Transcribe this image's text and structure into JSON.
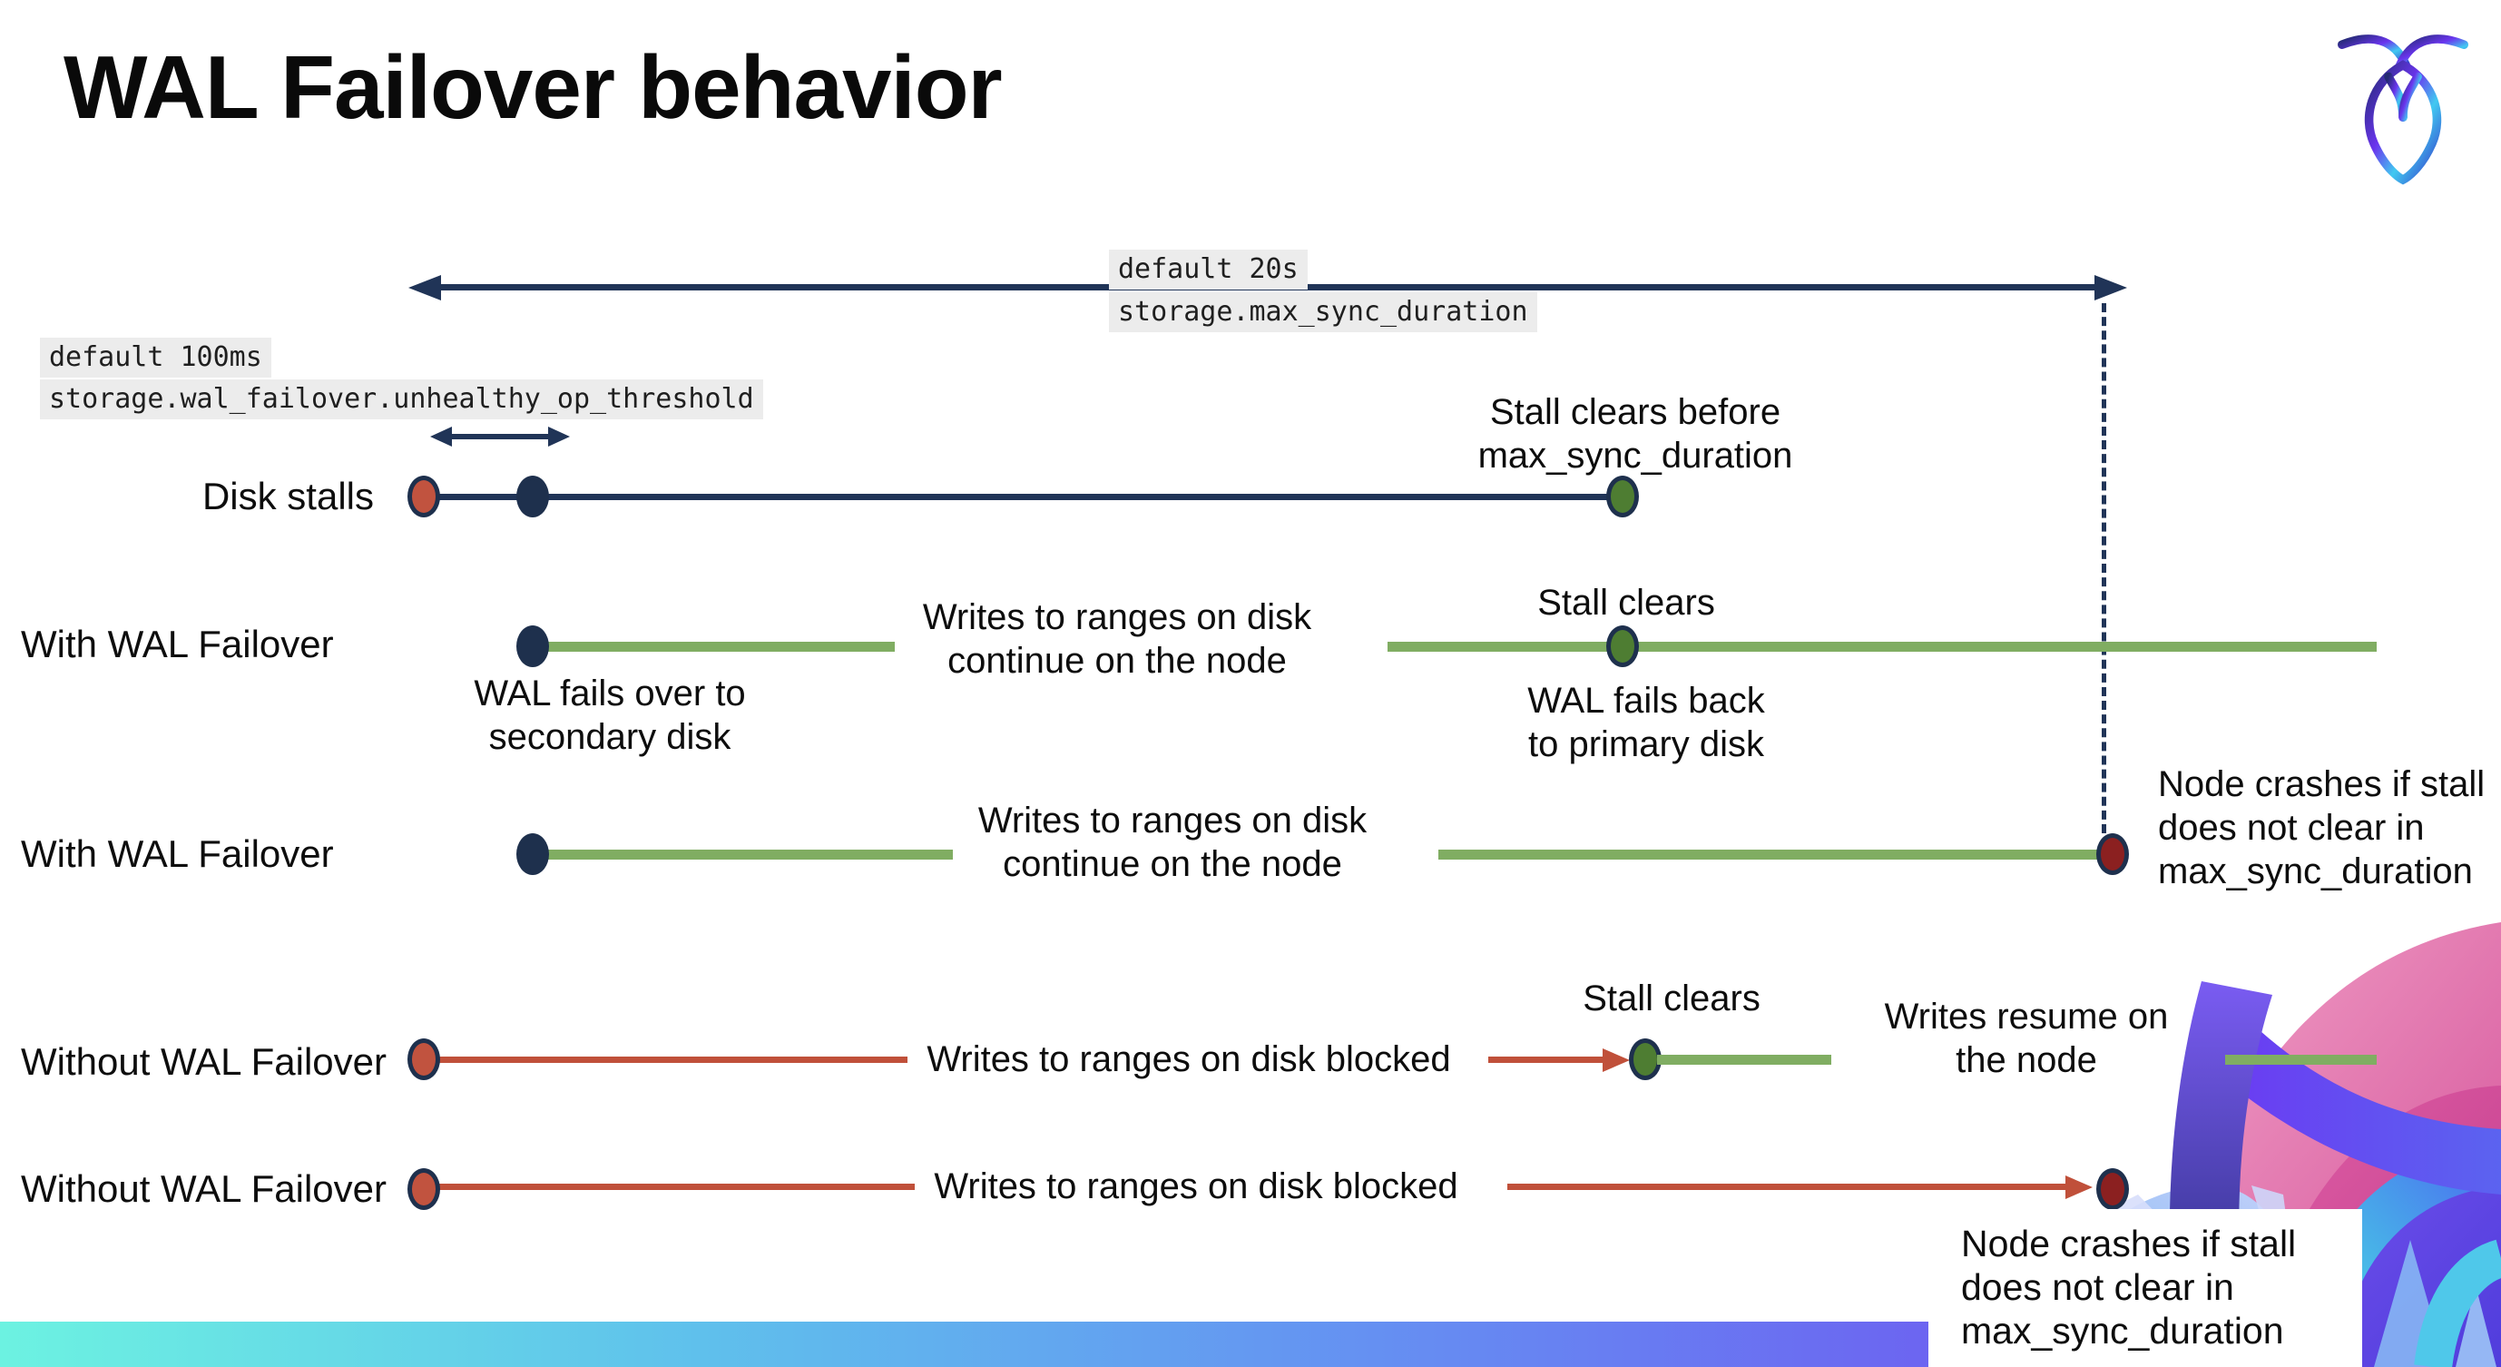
{
  "title": "WAL Failover behavior",
  "settings": {
    "max_sync": {
      "line1": "default 20s",
      "line2": "storage.max_sync_duration"
    },
    "threshold": {
      "line1": "default 100ms",
      "line2": "storage.wal_failover.unhealthy_op_threshold"
    }
  },
  "row_labels": [
    "Disk stalls",
    "With WAL Failover",
    "With WAL Failover",
    "Without WAL Failover",
    "Without WAL Failover"
  ],
  "annotations": {
    "stall_clears_before": {
      "line1": "Stall clears before",
      "line2": "max_sync_duration"
    },
    "wal_fails_over": {
      "line1": "WAL fails over to",
      "line2": "secondary disk"
    },
    "writes_continue": {
      "line1": "Writes to ranges on disk",
      "line2": "continue on the node"
    },
    "stall_clears": "Stall clears",
    "wal_fails_back": {
      "line1": "WAL fails  back",
      "line2": "to primary disk"
    },
    "node_crashes": {
      "line1": "Node crashes if stall",
      "line2": "does not clear in",
      "line3": "max_sync_duration"
    },
    "writes_blocked": "Writes to ranges on disk  blocked",
    "writes_resume": {
      "line1": "Writes resume on",
      "line2": "the node"
    }
  },
  "colors": {
    "navy": "#203457",
    "green_line": "#80ad62",
    "green_dot": "#4e7d32",
    "red_line": "#c0503a",
    "red_dot": "#c1533f",
    "maroon_dot": "#8b2020",
    "label_bg": "#ececec",
    "bar_gradient": [
      "#6cf2e1",
      "#6590f2",
      "#7b46f0"
    ]
  }
}
